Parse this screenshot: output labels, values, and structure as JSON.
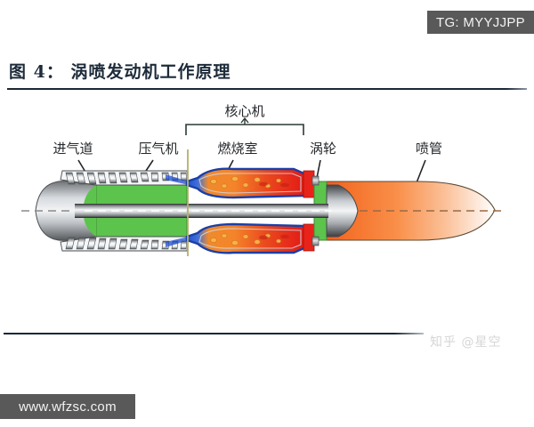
{
  "watermarks": {
    "tg_badge": "TG: MYYJJPP",
    "site_badge": "www.wfzsc.com",
    "zhihu": "知乎 @星空"
  },
  "figure": {
    "number_label": "图 4：",
    "title": "涡喷发动机工作原理",
    "full_title": "图 4： 涡喷发动机工作原理"
  },
  "diagram": {
    "type": "turbojet-engine-cross-section",
    "bracket_label": "核心机",
    "labels": [
      {
        "id": "intake",
        "text": "进气道"
      },
      {
        "id": "compressor",
        "text": "压气机"
      },
      {
        "id": "combustor",
        "text": "燃烧室"
      },
      {
        "id": "turbine",
        "text": "涡轮"
      },
      {
        "id": "nozzle",
        "text": "喷管"
      }
    ],
    "colors": {
      "compressor_green": "#5cc44c",
      "turbine_green": "#5cc44c",
      "flame_orange": "#f58220",
      "flame_red": "#e8301c",
      "flame_blue": "#1f4fd0",
      "exhaust_orange": "#f4712a",
      "metal_gray": "#8f9194",
      "axis_line": "#8a8a8a",
      "station_line": "#b5b06a",
      "outline": "#3d3326"
    }
  }
}
